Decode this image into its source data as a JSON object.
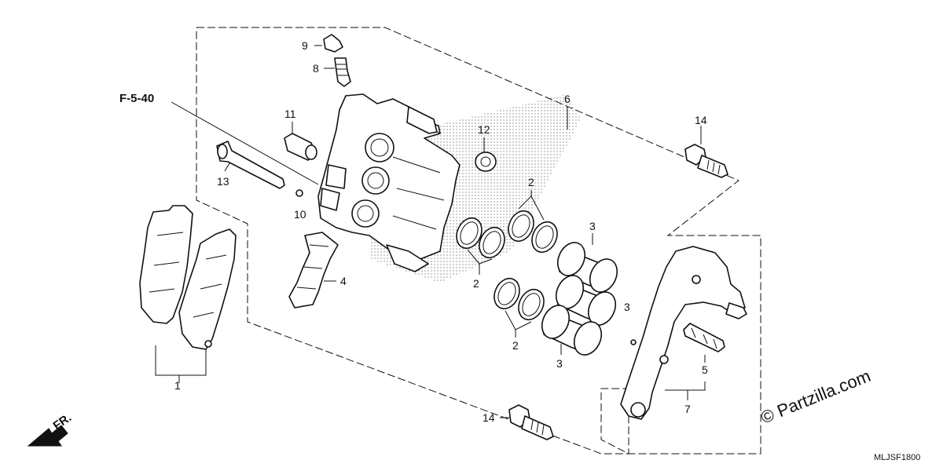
{
  "diagram": {
    "reference_label": "F-5-40",
    "diagram_code": "MLJSF1800",
    "watermark": "© Partzilla.com",
    "front_marker": "FR.",
    "callouts": {
      "c1": "1",
      "c2a": "2",
      "c2b": "2",
      "c2c": "2",
      "c3a": "3",
      "c3b": "3",
      "c3c": "3",
      "c4": "4",
      "c5": "5",
      "c6": "6",
      "c7": "7",
      "c8": "8",
      "c9": "9",
      "c10": "10",
      "c11": "11",
      "c12": "12",
      "c13": "13",
      "c14a": "14",
      "c14b": "14"
    }
  }
}
